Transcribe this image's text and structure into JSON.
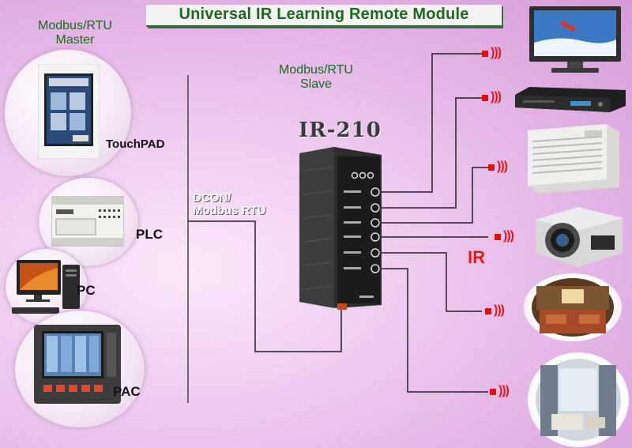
{
  "title": "Universal IR Learning Remote Module",
  "master": {
    "line1": "Modbus/RTU",
    "line2": "Master"
  },
  "slave": {
    "line1": "Modbus/RTU",
    "line2": "Slave"
  },
  "module_name": "IR-210",
  "protocol": {
    "line1": "DCON/",
    "line2": "Modbus RTU"
  },
  "devices_left": [
    {
      "name": "TouchPAD"
    },
    {
      "name": "PLC"
    },
    {
      "name": "PC"
    },
    {
      "name": "PAC"
    }
  ],
  "ir_label": "IR",
  "colors": {
    "title_green": "#1c6b1c",
    "ir_red": "#e21a1a",
    "background": "#e7bce9"
  },
  "targets": [
    {
      "icon": "tv-icon"
    },
    {
      "icon": "dvd-player-icon"
    },
    {
      "icon": "air-conditioner-icon"
    },
    {
      "icon": "projector-icon"
    },
    {
      "icon": "living-room-icon"
    },
    {
      "icon": "room-icon"
    }
  ]
}
